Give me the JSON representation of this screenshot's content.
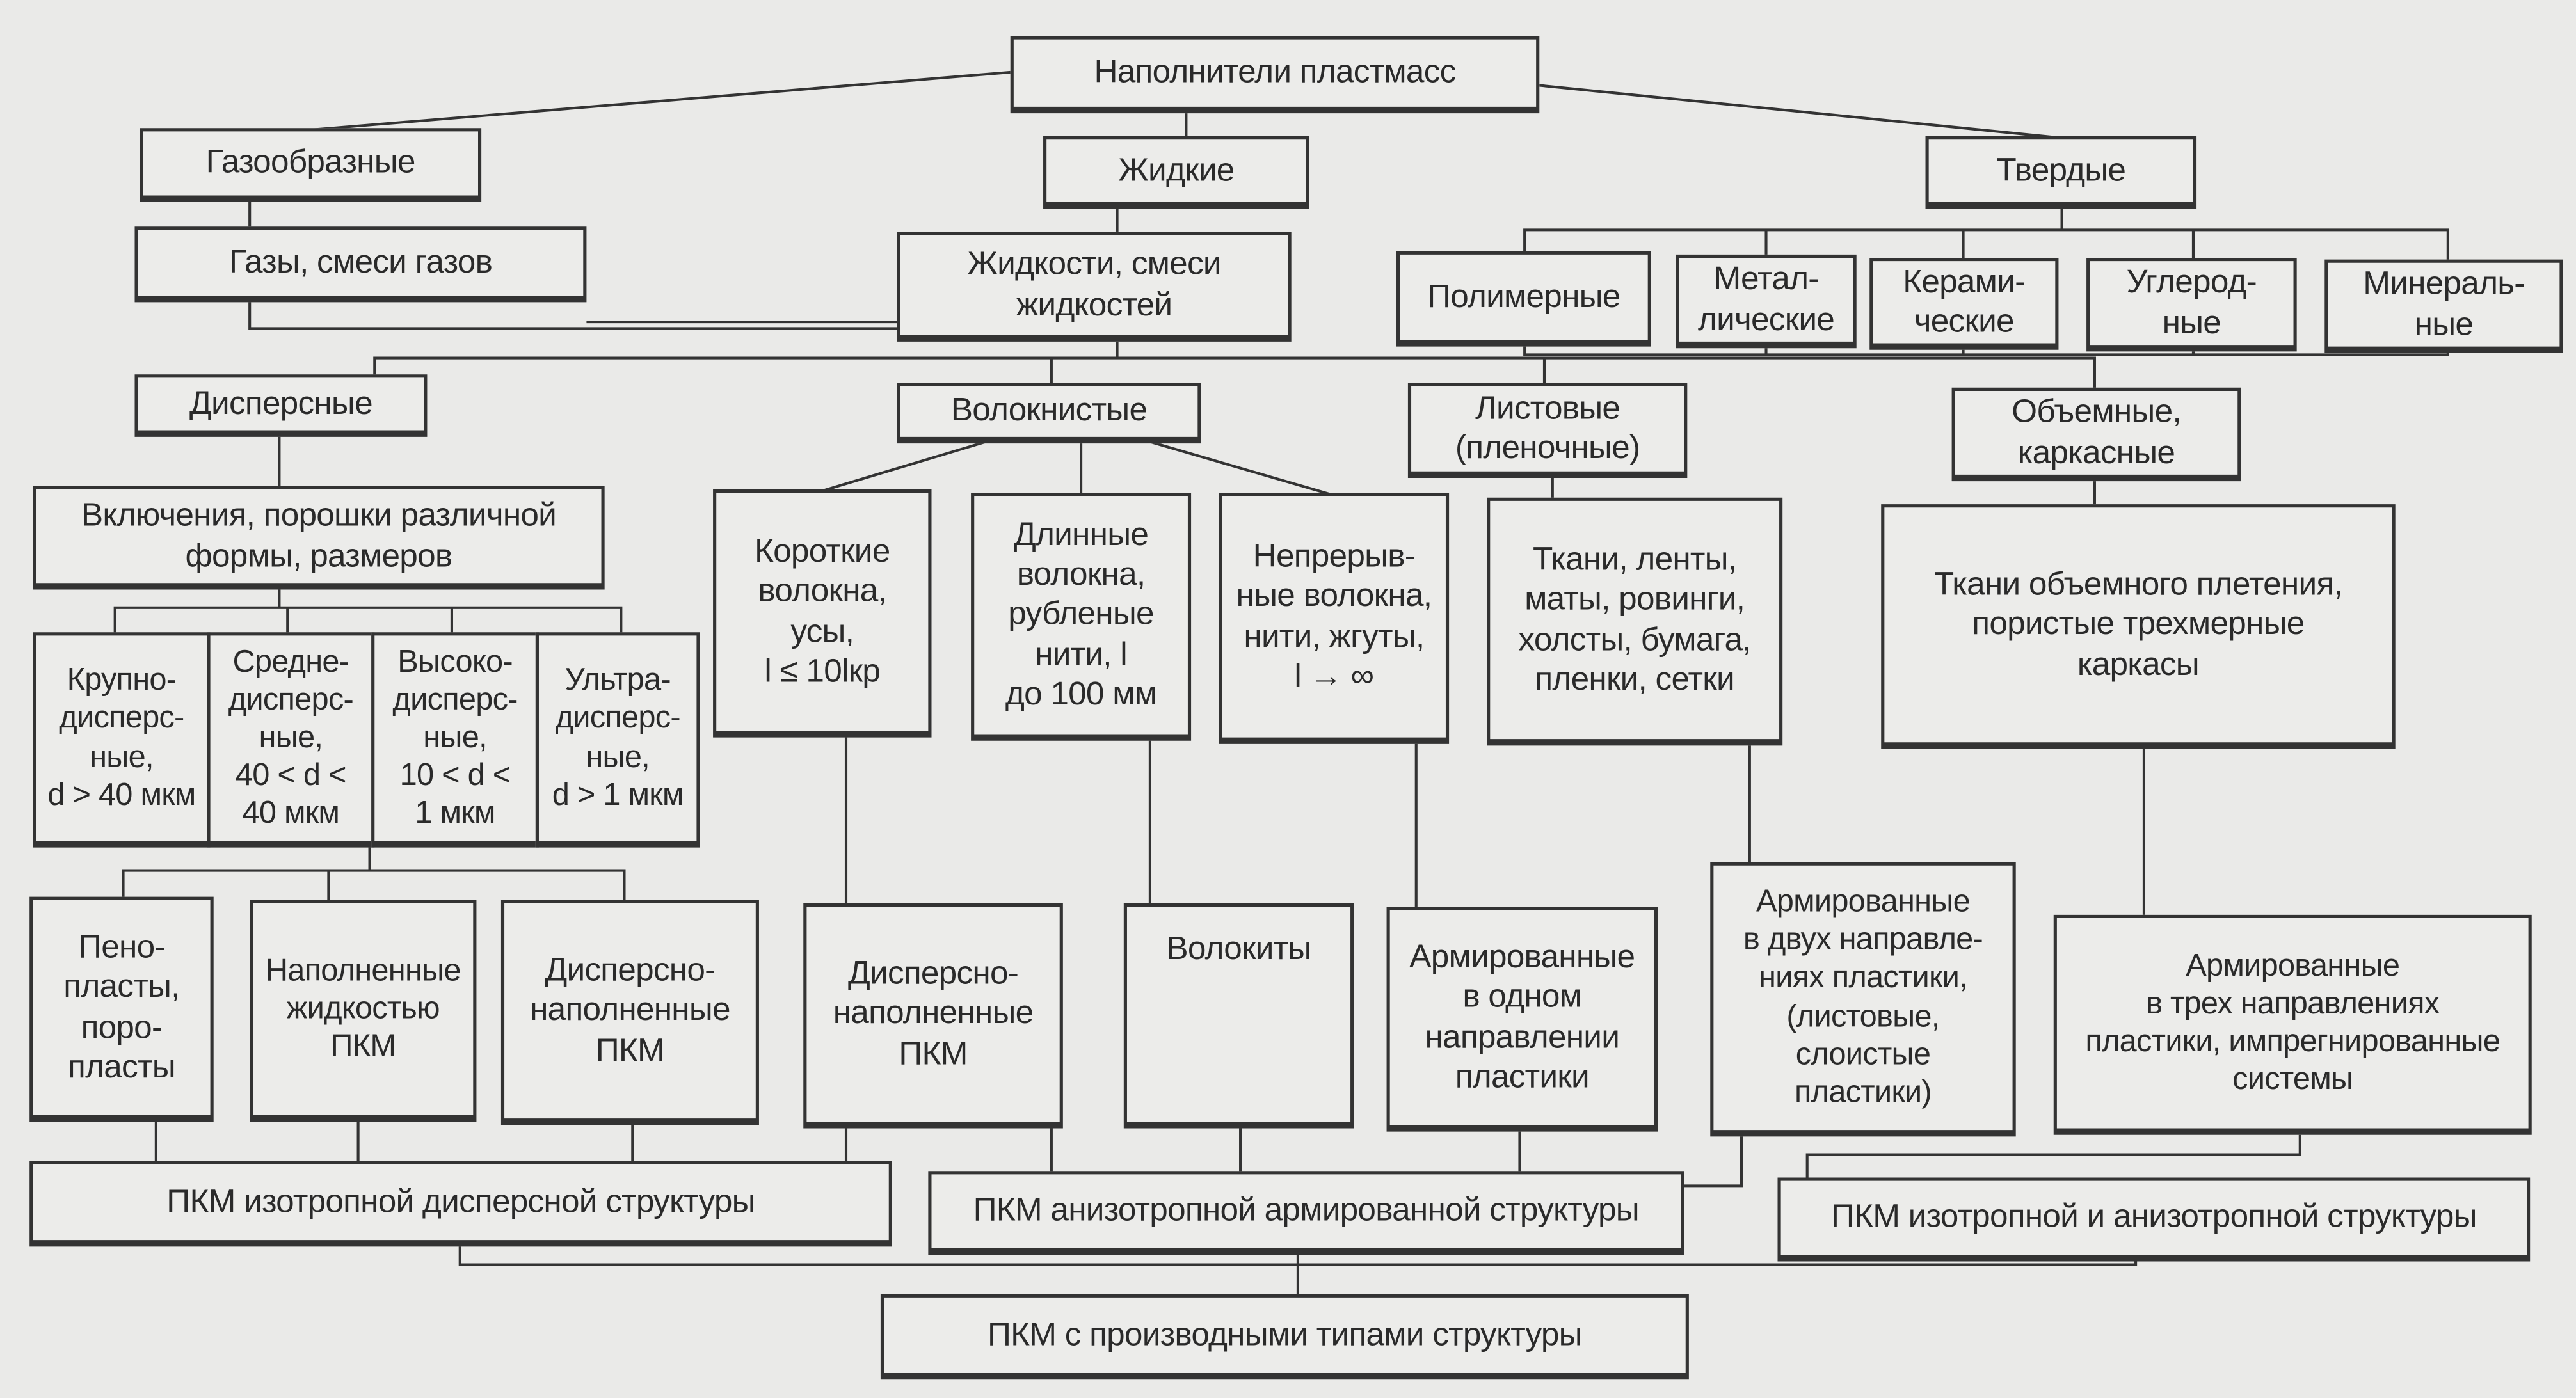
{
  "root": "Наполнители пластмасс",
  "states": {
    "gas": "Газообразные",
    "liquid": "Жидкие",
    "solid": "Твердые"
  },
  "substances": {
    "gases": "Газы, смеси газов",
    "liquids": "Жидкости, смеси\nжидкостей"
  },
  "solid_types": [
    "Полимерные",
    "Метал-\nлические",
    "Керами-\nческие",
    "Углерод-\nные",
    "Минераль-\nные"
  ],
  "forms": {
    "dispersed": "Дисперсные",
    "fibrous": "Волокнистые",
    "sheet": "Листовые\n(пленочные)",
    "volume": "Объемные,\nкаркасные"
  },
  "details": {
    "inclusions": "Включения, порошки различной\nформы, размеров",
    "short_fibers": "Короткие\nволокна,\nусы,\nl ≤ 10lкр",
    "long_fibers": "Длинные\nволокна,\nрубленые\nнити, l\nдо 100 мм",
    "continuous_fibers": "Непрерыв-\nные волокна,\nнити, жгуты,\nl → ∞",
    "fabrics": "Ткани, ленты,\nматы, ровинги,\nхолсты, бумага,\nпленки, сетки",
    "fabrics_3d": "Ткани объемного плетения,\nпористые трехмерные\nкаркасы"
  },
  "dispersity": [
    "Крупно-\nдисперс-\nные,\nd > 40 мкм",
    "Средне-\nдисперс-\nные,\n40 < d <\n40 мкм",
    "Высоко-\nдисперс-\nные,\n10 < d <\n1 мкм",
    "Ультра-\nдисперс-\nные,\nd > 1 мкм"
  ],
  "materials": [
    "Пено-\nпласты,\nпоро-\nпласты",
    "Наполненные\nжидкостью\nПКМ",
    "Дисперсно-\nнаполненные\nПКМ",
    "Дисперсно-\nнаполненные\nПКМ",
    "Волокиты",
    "Армированные\nв одном\nнаправлении\nпластики",
    "Армированные\nв двух направле-\nниях пластики,\n(листовые,\nслоистые\nпластики)",
    "Армированные\nв трех направлениях\nпластики, импрегнированные\nсистемы"
  ],
  "structures": {
    "iso_dispersed": "ПКМ изотропной дисперсной структуры",
    "aniso_reinforced": "ПКМ анизотропной армированной структуры",
    "iso_aniso": "ПКМ изотропной и анизотропной структуры",
    "derived": "ПКМ с производными типами структуры"
  }
}
